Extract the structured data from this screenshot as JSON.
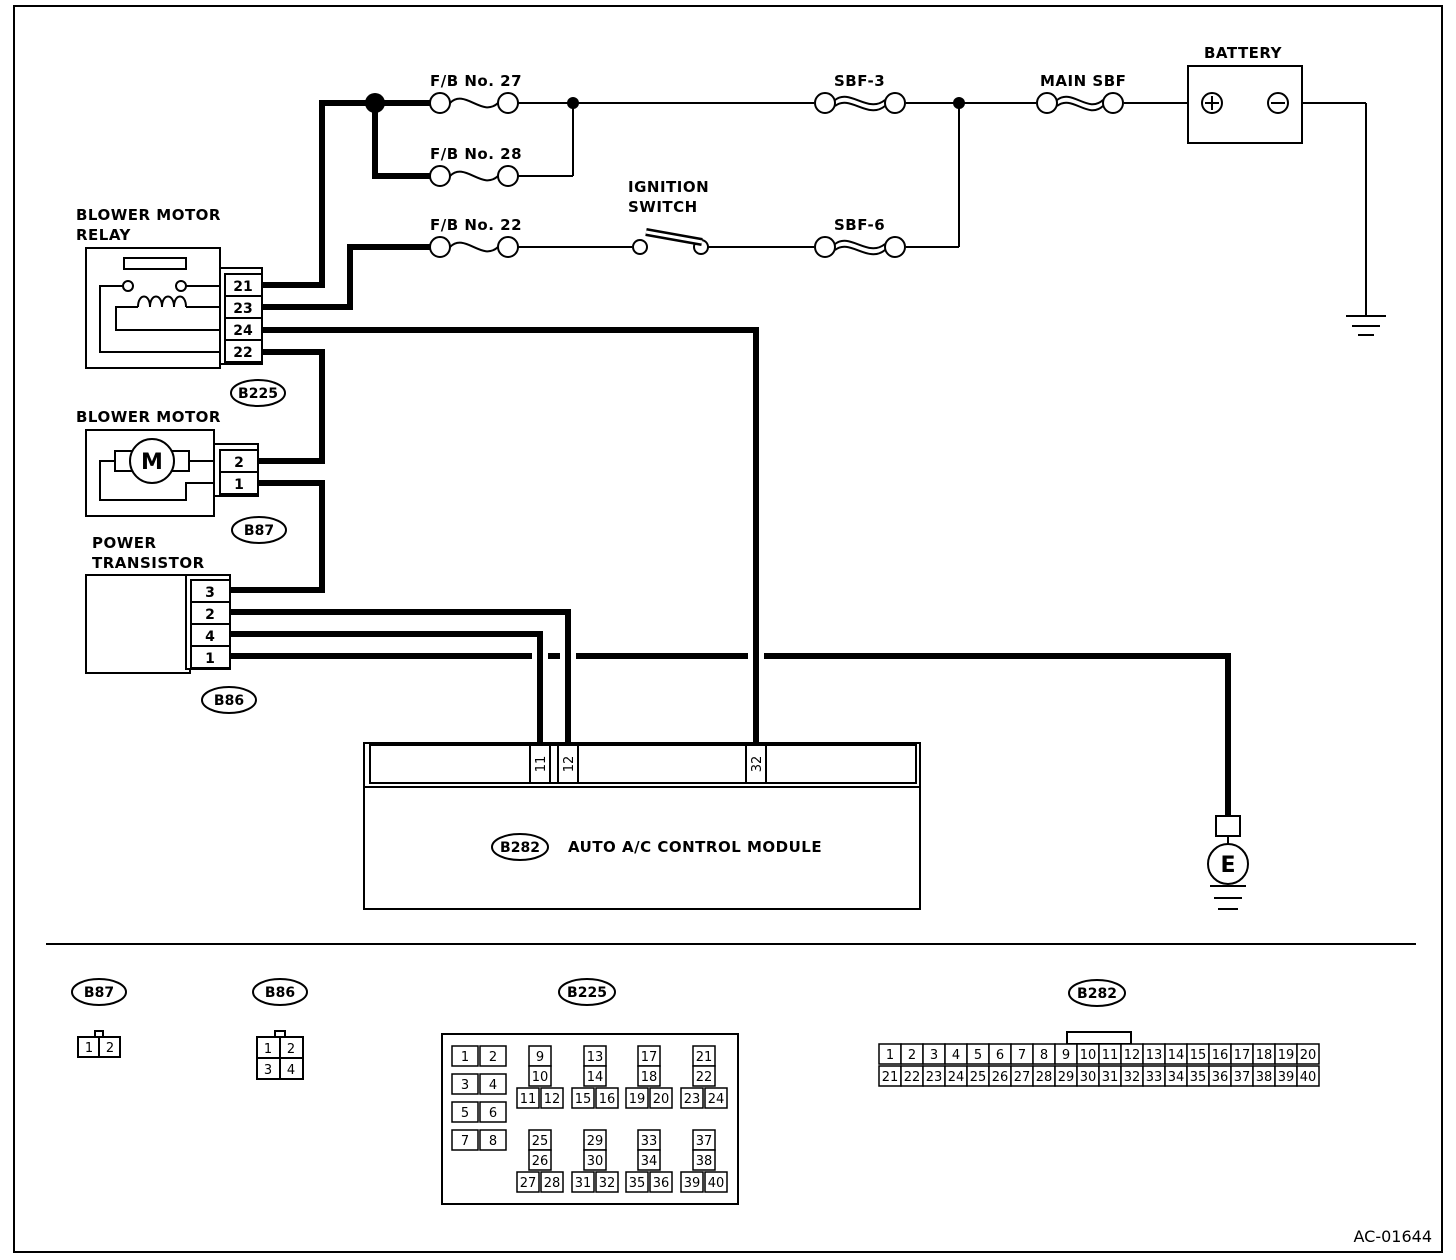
{
  "figure_id": "AC-01644",
  "power": {
    "battery": "BATTERY",
    "battery_pos": "⊕",
    "battery_neg": "⊖",
    "main_sbf": "MAIN SBF",
    "sbf3": "SBF-3",
    "sbf6": "SBF-6",
    "fb27": "F/B No. 27",
    "fb28": "F/B No. 28",
    "fb22": "F/B No. 22",
    "ignition_line1": "IGNITION",
    "ignition_line2": "SWITCH"
  },
  "relay": {
    "label_line1": "BLOWER MOTOR",
    "label_line2": "RELAY",
    "connector": "B225",
    "pins": [
      "21",
      "23",
      "24",
      "22"
    ]
  },
  "motor": {
    "label": "BLOWER MOTOR",
    "symbol": "M",
    "connector": "B87",
    "pins": [
      "2",
      "1"
    ]
  },
  "transistor": {
    "label_line1": "POWER",
    "label_line2": "TRANSISTOR",
    "connector": "B86",
    "pins": [
      "3",
      "2",
      "4",
      "1"
    ]
  },
  "module": {
    "connector": "B282",
    "label": "AUTO A/C CONTROL MODULE",
    "pins": [
      "11",
      "12",
      "32"
    ]
  },
  "ground": {
    "symbol": "E"
  },
  "connector_views": {
    "b87": {
      "name": "B87",
      "rows": [
        [
          "1",
          "2"
        ]
      ]
    },
    "b86": {
      "name": "B86",
      "rows": [
        [
          "1",
          "2"
        ],
        [
          "3",
          "4"
        ]
      ]
    },
    "b225": {
      "name": "B225",
      "left_pairs": [
        [
          "1",
          "2"
        ],
        [
          "3",
          "4"
        ],
        [
          "5",
          "6"
        ],
        [
          "7",
          "8"
        ]
      ],
      "groups": [
        [
          "9",
          "10",
          "11",
          "12"
        ],
        [
          "13",
          "14",
          "15",
          "16"
        ],
        [
          "17",
          "18",
          "19",
          "20"
        ],
        [
          "21",
          "22",
          "23",
          "24"
        ],
        [
          "25",
          "26",
          "27",
          "28"
        ],
        [
          "29",
          "30",
          "31",
          "32"
        ],
        [
          "33",
          "34",
          "35",
          "36"
        ],
        [
          "37",
          "38",
          "39",
          "40"
        ]
      ]
    },
    "b282": {
      "name": "B282",
      "row1": [
        "1",
        "2",
        "3",
        "4",
        "5",
        "6",
        "7",
        "8",
        "9",
        "10",
        "11",
        "12",
        "13",
        "14",
        "15",
        "16",
        "17",
        "18",
        "19",
        "20"
      ],
      "row2": [
        "21",
        "22",
        "23",
        "24",
        "25",
        "26",
        "27",
        "28",
        "29",
        "30",
        "31",
        "32",
        "33",
        "34",
        "35",
        "36",
        "37",
        "38",
        "39",
        "40"
      ]
    }
  }
}
